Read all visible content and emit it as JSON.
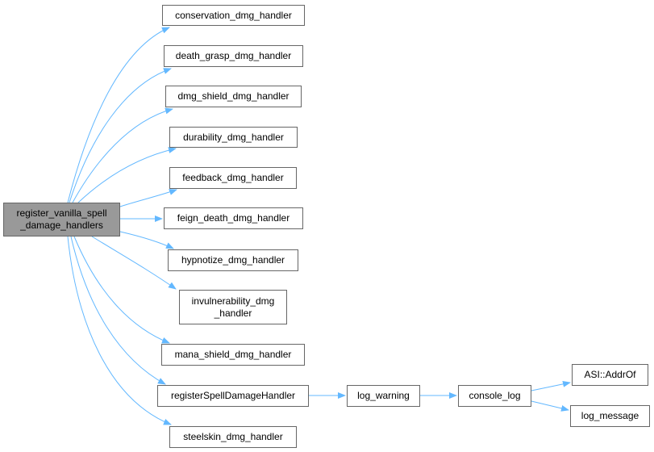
{
  "graph": {
    "root": {
      "label": "register_vanilla_spell\n_damage_handlers"
    },
    "callees": [
      {
        "label": "conservation_dmg_handler"
      },
      {
        "label": "death_grasp_dmg_handler"
      },
      {
        "label": "dmg_shield_dmg_handler"
      },
      {
        "label": "durability_dmg_handler"
      },
      {
        "label": "feedback_dmg_handler"
      },
      {
        "label": "feign_death_dmg_handler"
      },
      {
        "label": "hypnotize_dmg_handler"
      },
      {
        "label": "invulnerability_dmg\n_handler"
      },
      {
        "label": "mana_shield_dmg_handler"
      },
      {
        "label": "registerSpellDamageHandler"
      },
      {
        "label": "steelskin_dmg_handler"
      }
    ],
    "chain": [
      {
        "label": "log_warning"
      },
      {
        "label": "console_log"
      },
      {
        "label": "ASI::AddrOf"
      },
      {
        "label": "log_message"
      }
    ],
    "colors": {
      "edge": "#63b8ff",
      "root_fill": "#999999",
      "node_border": "#666666"
    }
  }
}
